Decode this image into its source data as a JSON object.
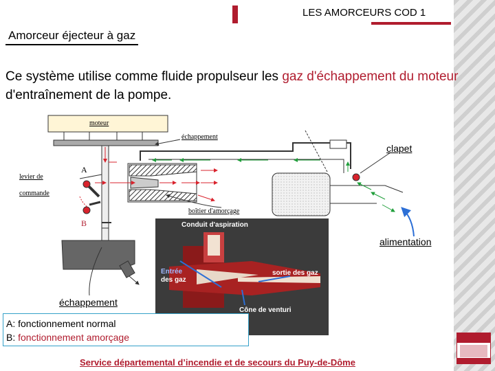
{
  "header": {
    "title": "LES AMORCEURS COD 1"
  },
  "slide": {
    "title": "Amorceur éjecteur à gaz",
    "intro": {
      "part1": "Ce système utilise comme fluide propulseur les ",
      "highlight1": "gaz d'échappement",
      "part2": " ",
      "highlight2": "du moteur",
      "part3": " d'entraînement de la pompe."
    }
  },
  "diagram": {
    "labels": {
      "moteur": "moteur",
      "echappement_top": "échappement",
      "clapet": "clapet",
      "levier": "levier de",
      "commande": "commande",
      "point_a": "A",
      "point_b": "B",
      "boitier": "boîtier d'amorçage",
      "alimentation": "alimentation",
      "echappement_bottom": "échappement"
    },
    "photo": {
      "conduit": "Conduit  d'aspiration",
      "entree_line1": "Entrée",
      "entree_line2": "des gaz",
      "sortie": "sortie des gaz",
      "cone": "Cône de venturi"
    },
    "colors": {
      "gas_flow": "#d9232d",
      "water_flow": "#1f9e3a",
      "accent": "#b01c2e",
      "annotation": "#2c6fd6"
    }
  },
  "legend": {
    "a": "A: fonctionnement normal",
    "b_prefix": "B: ",
    "b_text": "fonctionnement amorçage"
  },
  "footer": {
    "text": "Service départemental d’incendie et de secours du Puy-de-Dôme"
  },
  "logo": {
    "icon": "sdis-logo"
  }
}
